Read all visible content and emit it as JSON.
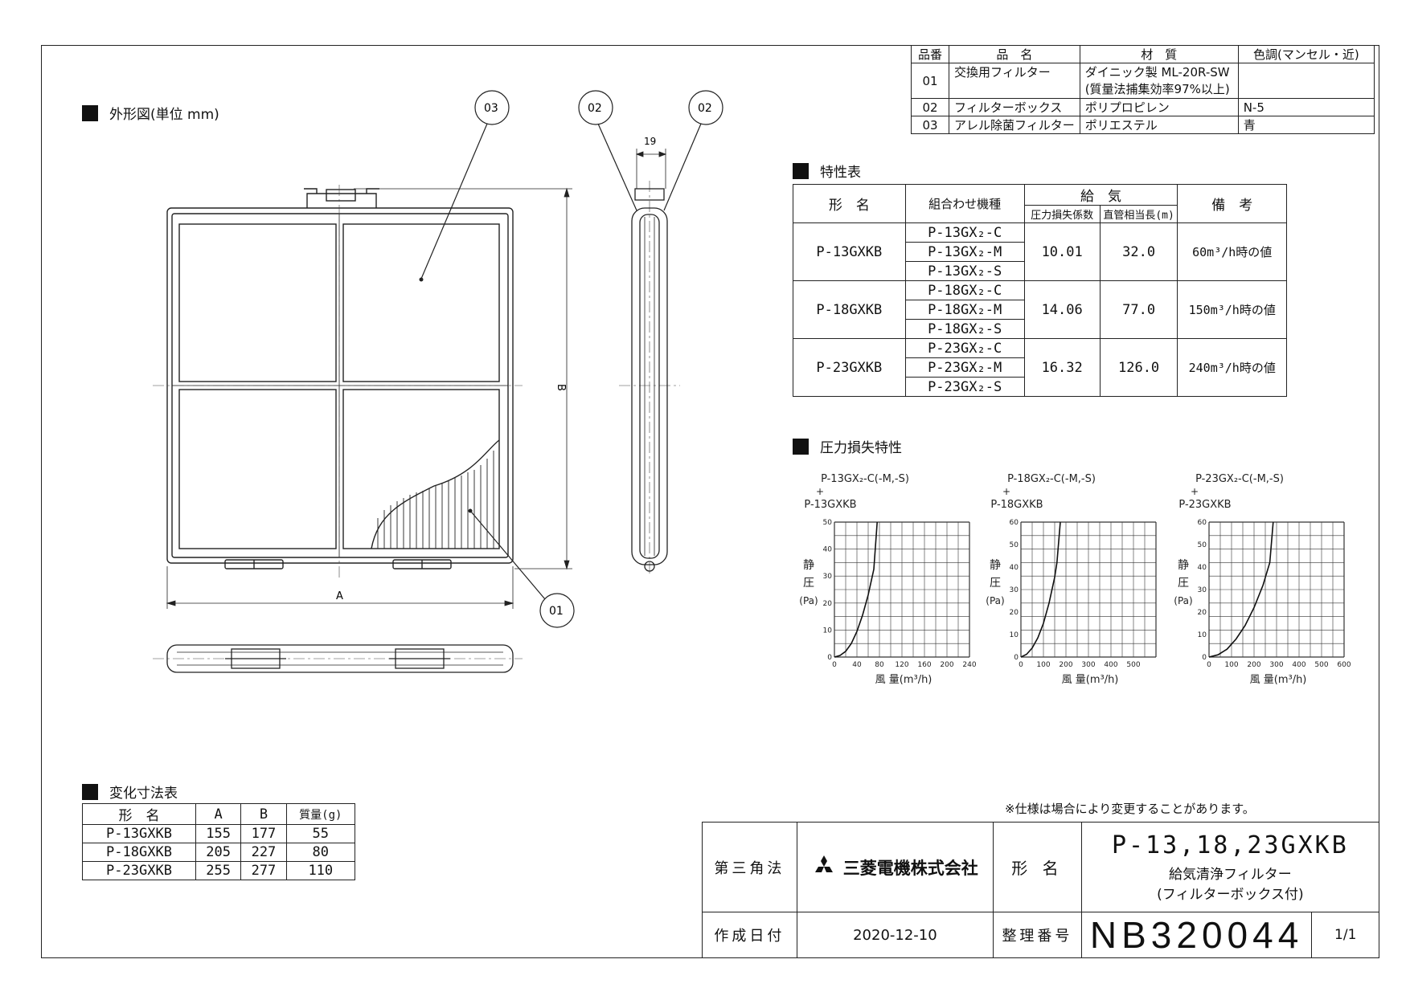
{
  "parts_table": {
    "headers": [
      "品番",
      "品　名",
      "材　質",
      "色調(マンセル・近)"
    ],
    "rows": [
      {
        "no": "01",
        "name": "交換用フィルター",
        "material": "ダイニック製 ML-20R-SW",
        "material2": "(質量法捕集効率97%以上)",
        "color": ""
      },
      {
        "no": "02",
        "name": "フィルターボックス",
        "material": "ポリプロピレン",
        "material2": "",
        "color": "N-5"
      },
      {
        "no": "03",
        "name": "アレル除菌フィルター",
        "material": "ポリエステル",
        "material2": "",
        "color": "青"
      }
    ]
  },
  "outline": {
    "title": "外形図(単位 mm)",
    "callouts": [
      "03",
      "02",
      "02",
      "01"
    ],
    "dim_19": "19",
    "dim_a": "A",
    "dim_b": "B"
  },
  "characteristics": {
    "title": "特性表",
    "h_model": "形　名",
    "h_combo": "組合わせ機種",
    "h_supply": "給　気",
    "h_coef": "圧力損失係数",
    "h_pipe": "直管相当長(m)",
    "h_note": "備　考",
    "groups": [
      {
        "model": "P-13GXKB",
        "combos": [
          "P-13GX₂-C",
          "P-13GX₂-M",
          "P-13GX₂-S"
        ],
        "coef": "10.01",
        "pipe": "32.0",
        "note": "60m³/h時の値"
      },
      {
        "model": "P-18GXKB",
        "combos": [
          "P-18GX₂-C",
          "P-18GX₂-M",
          "P-18GX₂-S"
        ],
        "coef": "14.06",
        "pipe": "77.0",
        "note": "150m³/h時の値"
      },
      {
        "model": "P-23GXKB",
        "combos": [
          "P-23GX₂-C",
          "P-23GX₂-M",
          "P-23GX₂-S"
        ],
        "coef": "16.32",
        "pipe": "126.0",
        "note": "240m³/h時の値"
      }
    ]
  },
  "pressure": {
    "title": "圧力損失特性",
    "ylabel_1": "静",
    "ylabel_2": "圧",
    "ylabel_3": "(Pa)",
    "xlabel": "風 量(m³/h)"
  },
  "chart_data": [
    {
      "type": "line",
      "title_1": "P-13GX₂-C(-M,-S)",
      "title_2": "+",
      "title_3": "P-13GXKB",
      "xlabel": "風 量(m³/h)",
      "ylabel": "静圧(Pa)",
      "xlim": [
        0,
        240
      ],
      "ylim": [
        0,
        50
      ],
      "xticks": [
        "0",
        "40",
        "80",
        "120",
        "160",
        "200",
        "240"
      ],
      "yticks": [
        "0",
        "10",
        "20",
        "30",
        "40",
        "50"
      ],
      "x": [
        0,
        10,
        20,
        30,
        40,
        50,
        60,
        70,
        76
      ],
      "y": [
        0,
        0.6,
        2.1,
        5.0,
        9.5,
        15.5,
        23.0,
        32.5,
        50
      ]
    },
    {
      "type": "line",
      "title_1": "P-18GX₂-C(-M,-S)",
      "title_2": "+",
      "title_3": "P-18GXKB",
      "xlabel": "風 量(m³/h)",
      "ylabel": "静圧(Pa)",
      "xlim": [
        0,
        600
      ],
      "ylim": [
        0,
        60
      ],
      "xticks": [
        "0",
        "100",
        "200",
        "300",
        "400",
        "500"
      ],
      "yticks": [
        "0",
        "10",
        "20",
        "30",
        "40",
        "50",
        "60"
      ],
      "x": [
        0,
        25,
        50,
        75,
        100,
        125,
        150,
        160,
        175
      ],
      "y": [
        0,
        1.2,
        4.0,
        8.5,
        15.0,
        24.0,
        35.5,
        42,
        60
      ]
    },
    {
      "type": "line",
      "title_1": "P-23GX₂-C(-M,-S)",
      "title_2": "+",
      "title_3": "P-23GXKB",
      "xlabel": "風 量(m³/h)",
      "ylabel": "静圧(Pa)",
      "xlim": [
        0,
        600
      ],
      "ylim": [
        0,
        60
      ],
      "xticks": [
        "0",
        "100",
        "200",
        "300",
        "400",
        "500",
        "600"
      ],
      "yticks": [
        "0",
        "10",
        "20",
        "30",
        "40",
        "50",
        "60"
      ],
      "x": [
        0,
        40,
        80,
        120,
        160,
        200,
        240,
        270,
        285
      ],
      "y": [
        0,
        1.0,
        3.5,
        8.0,
        14.0,
        22.0,
        32.0,
        42.0,
        60
      ]
    }
  ],
  "dimensions": {
    "title": "変化寸法表",
    "headers": [
      "形　名",
      "A",
      "B",
      "質量(g)"
    ],
    "rows": [
      [
        "P-13GXKB",
        "155",
        "177",
        "55"
      ],
      [
        "P-18GXKB",
        "205",
        "227",
        "80"
      ],
      [
        "P-23GXKB",
        "255",
        "277",
        "110"
      ]
    ]
  },
  "notice": "※仕様は場合により変更することがあります。",
  "title_block": {
    "projection": "第三角法",
    "company": "三菱電機株式会社",
    "model_label": "形 名",
    "model": "P-13,18,23GXKB",
    "product_1": "給気清浄フィルター",
    "product_2": "(フィルターボックス付)",
    "date_label": "作成日付",
    "date": "2020-12-10",
    "number_label": "整理番号",
    "number": "NB320044",
    "sheet": "1/1"
  }
}
